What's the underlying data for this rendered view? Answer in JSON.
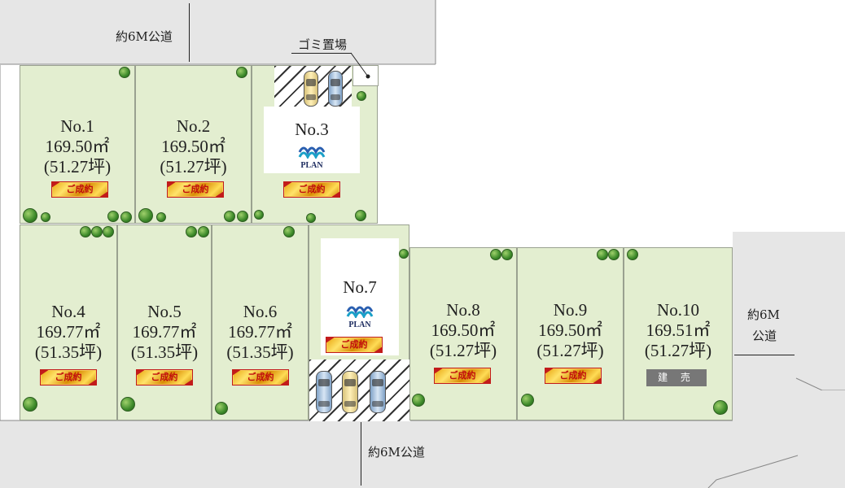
{
  "roads": {
    "top": "約6M公道",
    "bottom": "約6M公道",
    "right_line1": "約6M",
    "right_line2": "公道"
  },
  "garbage_label": "ゴミ置場",
  "plan_logo_text": "PLAN",
  "sold_label": "ご成約",
  "lots": [
    {
      "no": "No.1",
      "area": "169.50㎡",
      "tsubo": "(51.27坪)",
      "status": "ご成約"
    },
    {
      "no": "No.2",
      "area": "169.50㎡",
      "tsubo": "(51.27坪)",
      "status": "ご成約"
    },
    {
      "no": "No.3",
      "area": "",
      "tsubo": "",
      "status": "ご成約"
    },
    {
      "no": "No.4",
      "area": "169.77㎡",
      "tsubo": "(51.35坪)",
      "status": "ご成約"
    },
    {
      "no": "No.5",
      "area": "169.77㎡",
      "tsubo": "(51.35坪)",
      "status": "ご成約"
    },
    {
      "no": "No.6",
      "area": "169.77㎡",
      "tsubo": "(51.35坪)",
      "status": "ご成約"
    },
    {
      "no": "No.7",
      "area": "",
      "tsubo": "",
      "status": "ご成約"
    },
    {
      "no": "No.8",
      "area": "169.50㎡",
      "tsubo": "(51.27坪)",
      "status": "ご成約"
    },
    {
      "no": "No.9",
      "area": "169.50㎡",
      "tsubo": "(51.27坪)",
      "status": "ご成約"
    },
    {
      "no": "No.10",
      "area": "169.51㎡",
      "tsubo": "(51.27坪)",
      "status": "建 売"
    }
  ],
  "colors": {
    "lot_fill": "#e3eed0",
    "road_fill": "#e6e6e6",
    "sold_badge_red": "#c10d0d",
    "built_badge": "#777777"
  }
}
